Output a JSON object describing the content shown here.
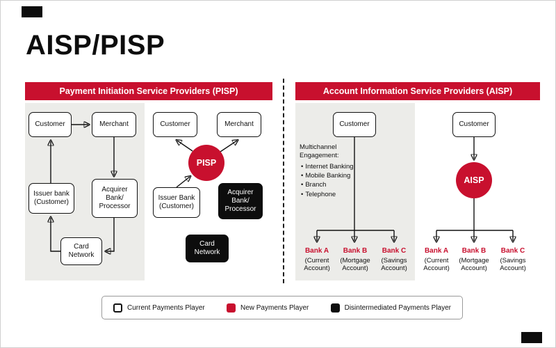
{
  "page": {
    "title": "AISP/PISP"
  },
  "panels": {
    "pisp": {
      "header": "Payment Initiation Service Providers (PISP)",
      "current_state": {
        "customer": "Customer",
        "merchant": "Merchant",
        "issuer_bank": "Issuer bank (Customer)",
        "acquirer": "Acquirer Bank/ Processor",
        "card_network": "Card Network"
      },
      "new_state": {
        "customer": "Customer",
        "merchant": "Merchant",
        "pisp_label": "PISP",
        "issuer_bank": "Issuer Bank (Customer)",
        "acquirer": "Acquirer Bank/ Processor",
        "card_network": "Card Network"
      }
    },
    "aisp": {
      "header": "Account Information Service Providers (AISP)",
      "current_state": {
        "customer": "Customer",
        "engagement_title": "Multichannel Engagement:",
        "engagement_items": [
          "Internet Banking",
          "Mobile Banking",
          "Branch",
          "Telephone"
        ],
        "banks": [
          {
            "name": "Bank A",
            "account": "(Current Account)"
          },
          {
            "name": "Bank B",
            "account": "(Mortgage Account)"
          },
          {
            "name": "Bank C",
            "account": "(Savings Account)"
          }
        ]
      },
      "new_state": {
        "customer": "Customer",
        "aisp_label": "AISP",
        "banks": [
          {
            "name": "Bank A",
            "account": "(Current Account)"
          },
          {
            "name": "Bank B",
            "account": "(Mortgage Account)"
          },
          {
            "name": "Bank C",
            "account": "(Savings Account)"
          }
        ]
      }
    }
  },
  "legend": {
    "items": [
      {
        "label": "Current Payments Player",
        "type": "current"
      },
      {
        "label": "New Payments Player",
        "type": "new"
      },
      {
        "label": "Disintermediated Payments Player",
        "type": "disintermediated"
      }
    ]
  },
  "colors": {
    "accent_red": "#C8102E",
    "black": "#111111",
    "panel_gray": "#ECECE9"
  }
}
